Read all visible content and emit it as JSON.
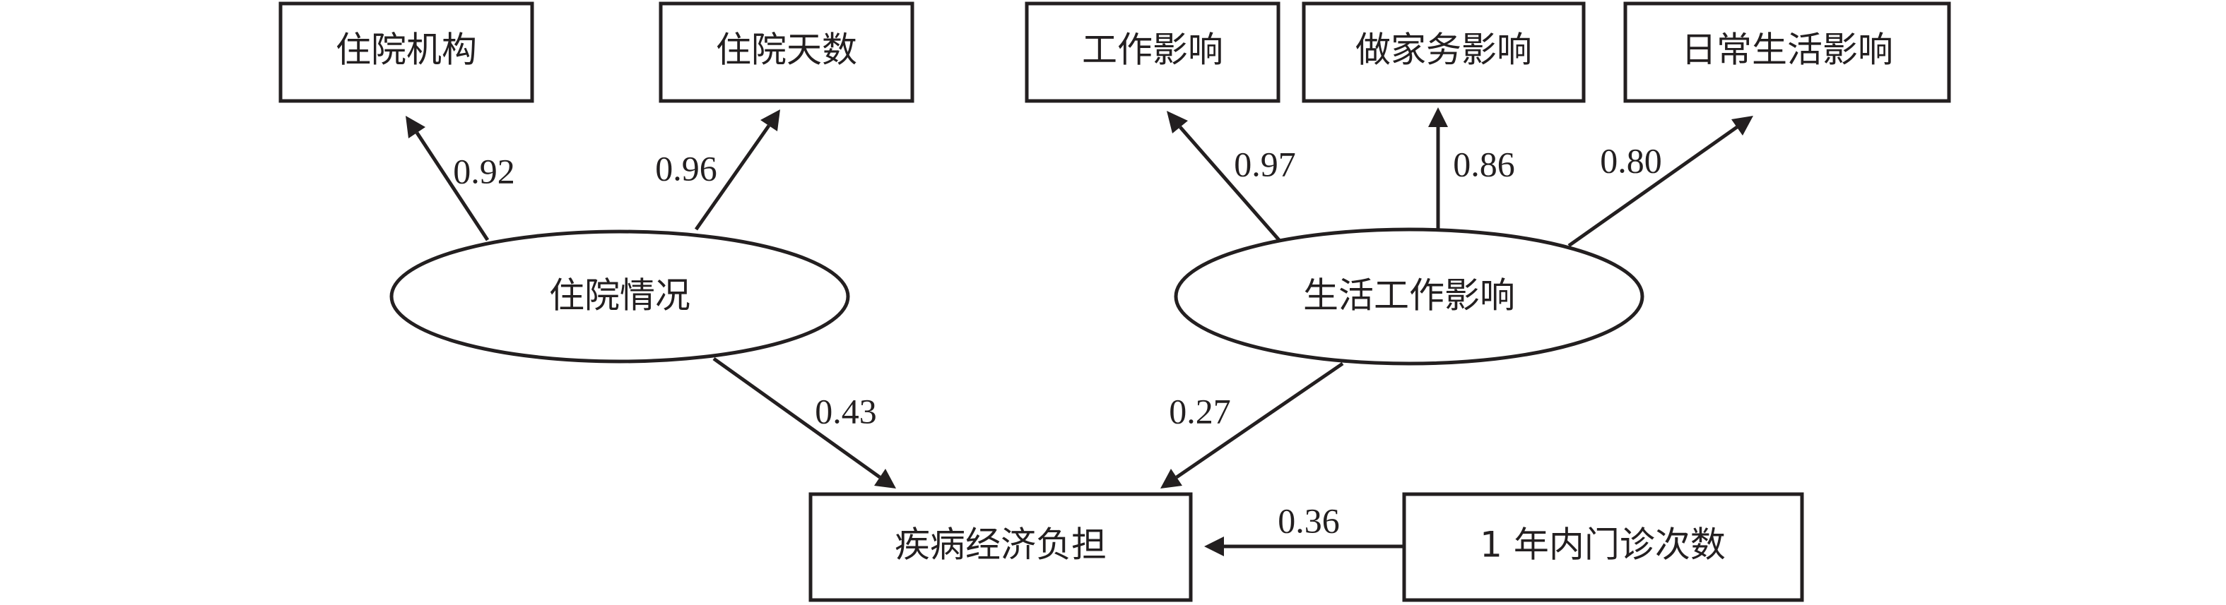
{
  "nodes": {
    "hospital_institution": "住院机构",
    "hospital_days": "住院天数",
    "work_impact": "工作影响",
    "housework_impact": "做家务影响",
    "daily_life_impact": "日常生活影响",
    "hospitalization": "住院情况",
    "life_work_impact": "生活工作影响",
    "disease_burden": "疾病经济负担",
    "outpatient_visits": "1 年内门诊次数"
  },
  "coefficients": {
    "hosp_to_institution": "0.92",
    "hosp_to_days": "0.96",
    "life_to_work": "0.97",
    "life_to_housework": "0.86",
    "life_to_daily": "0.80",
    "hosp_to_burden": "0.43",
    "life_to_burden": "0.27",
    "visits_to_burden": "0.36"
  }
}
